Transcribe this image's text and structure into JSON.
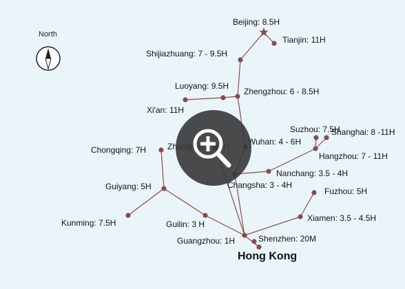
{
  "compass": {
    "label": "North",
    "icon": "compass-icon"
  },
  "destination": {
    "label": "Hong Kong"
  },
  "cities": [
    {
      "id": "beijing",
      "label": "Beijing: 8.5H",
      "icon": "star-icon"
    },
    {
      "id": "tianjin",
      "label": "Tianjin: 11H"
    },
    {
      "id": "shijiazhuang",
      "label": "Shijiazhuang: 7 - 9.5H"
    },
    {
      "id": "luoyang",
      "label": "Luoyang: 9.5H"
    },
    {
      "id": "zhengzhou",
      "label": "Zhengzhou: 6 - 8.5H"
    },
    {
      "id": "xian",
      "label": "Xi'an: 11H"
    },
    {
      "id": "suzhou",
      "label": "Suzhou: 7.5H"
    },
    {
      "id": "shanghai",
      "label": "Shanghai: 8 -11H"
    },
    {
      "id": "chongqing",
      "label": "Chongqing: 7H"
    },
    {
      "id": "zhangjiajie",
      "label": "Zhangjiajie: 5.5H"
    },
    {
      "id": "wuhan",
      "label": "Wuhan: 4 - 6H"
    },
    {
      "id": "hangzhou",
      "label": "Hangzhou: 7 - 11H"
    },
    {
      "id": "nanchang",
      "label": "Nanchang: 3.5 - 4H"
    },
    {
      "id": "changsha",
      "label": "Changsha: 3 - 4H"
    },
    {
      "id": "guiyang",
      "label": "Guiyang: 5H"
    },
    {
      "id": "fuzhou",
      "label": "Fuzhou: 5H"
    },
    {
      "id": "kunming",
      "label": "Kunming: 7.5H"
    },
    {
      "id": "guilin",
      "label": "Guilin: 3 H"
    },
    {
      "id": "xiamen",
      "label": "Xiamen: 3.5 - 4.5H"
    },
    {
      "id": "guangzhou",
      "label": "Guangzhou: 1H"
    },
    {
      "id": "shenzhen",
      "label": "Shenzhen: 20M"
    }
  ],
  "routes": [
    [
      "hongkong",
      "changsha"
    ],
    [
      "changsha",
      "wuhan"
    ],
    [
      "wuhan",
      "zhengzhou"
    ],
    [
      "zhengzhou",
      "shijiazhuang"
    ],
    [
      "shijiazhuang",
      "beijing"
    ],
    [
      "beijing",
      "tianjin"
    ],
    [
      "zhengzhou",
      "luoyang"
    ],
    [
      "luoyang",
      "xian"
    ],
    [
      "changsha",
      "nanchang"
    ],
    [
      "nanchang",
      "hangzhou"
    ],
    [
      "hangzhou",
      "suzhou"
    ],
    [
      "hangzhou",
      "shanghai"
    ],
    [
      "hongkong",
      "guilin"
    ],
    [
      "guilin",
      "guiyang"
    ],
    [
      "guiyang",
      "chongqing"
    ],
    [
      "guiyang",
      "kunming"
    ],
    [
      "hongkong",
      "xiamen"
    ],
    [
      "xiamen",
      "fuzhou"
    ],
    [
      "hongkong",
      "zhangjiajie"
    ],
    [
      "hongkong",
      "shenzhen"
    ]
  ],
  "style": {
    "route_color": "#8a4a48",
    "node_color": "#8a4a48"
  },
  "zoom": {
    "icon": "zoom-in-icon"
  }
}
